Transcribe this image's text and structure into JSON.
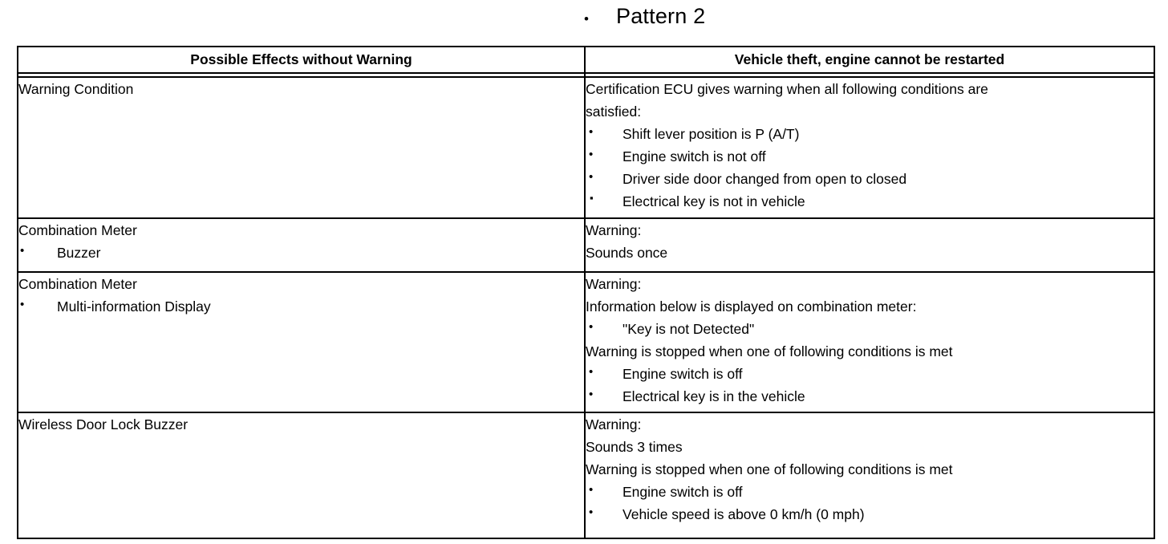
{
  "title": {
    "bullet": "•",
    "text": "Pattern 2"
  },
  "table": {
    "headers": {
      "left": "Possible Effects without Warning",
      "right": "Vehicle theft, engine cannot be restarted"
    },
    "rows": [
      {
        "left_title": "Warning Condition",
        "left_sub_bullet": "",
        "left_sub": "",
        "right_lines": [
          "Certification ECU gives warning when all following conditions are",
          "satisfied:"
        ],
        "right_bullets": [
          {
            "marker": "•",
            "shape": "round",
            "text": "Shift lever position is P (A/T)"
          },
          {
            "marker": "•",
            "shape": "round",
            "text": "Engine switch is not off"
          },
          {
            "marker": "•",
            "shape": "round",
            "text": "Driver side door changed from open to closed"
          },
          {
            "marker": "▪",
            "shape": "square",
            "text": "Electrical key is not in vehicle"
          }
        ],
        "right_tail_lines": [],
        "right_tail_bullets": []
      },
      {
        "left_title": "Combination Meter",
        "left_sub_bullet": "•",
        "left_sub": "Buzzer",
        "right_lines": [
          "Warning:",
          "Sounds once"
        ],
        "right_bullets": [],
        "right_tail_lines": [],
        "right_tail_bullets": []
      },
      {
        "left_title": "Combination Meter",
        "left_sub_bullet": "•",
        "left_sub": "Multi-information Display",
        "right_lines": [
          "Warning:",
          "Information below is displayed on combination meter:"
        ],
        "right_bullets": [
          {
            "marker": "•",
            "shape": "round",
            "text": "\"Key is not Detected\""
          }
        ],
        "right_tail_lines": [
          "Warning is stopped when one of following conditions is met"
        ],
        "right_tail_bullets": [
          {
            "marker": "•",
            "shape": "round",
            "text": "Engine switch is off"
          },
          {
            "marker": "•",
            "shape": "round",
            "text": "Electrical key is in the vehicle"
          }
        ]
      },
      {
        "left_title": "Wireless Door Lock Buzzer",
        "left_sub_bullet": "",
        "left_sub": "",
        "right_lines": [
          "Warning:",
          "Sounds 3 times",
          "Warning is stopped when one of following conditions is met"
        ],
        "right_bullets": [],
        "right_tail_lines": [],
        "right_tail_bullets": [
          {
            "marker": "•",
            "shape": "round",
            "text": "Engine switch is off"
          },
          {
            "marker": "•",
            "shape": "round",
            "text": "Vehicle speed is above 0 km/h (0 mph)"
          }
        ]
      }
    ]
  },
  "colors": {
    "border": "#000000",
    "text": "#000000",
    "background": "#ffffff"
  }
}
